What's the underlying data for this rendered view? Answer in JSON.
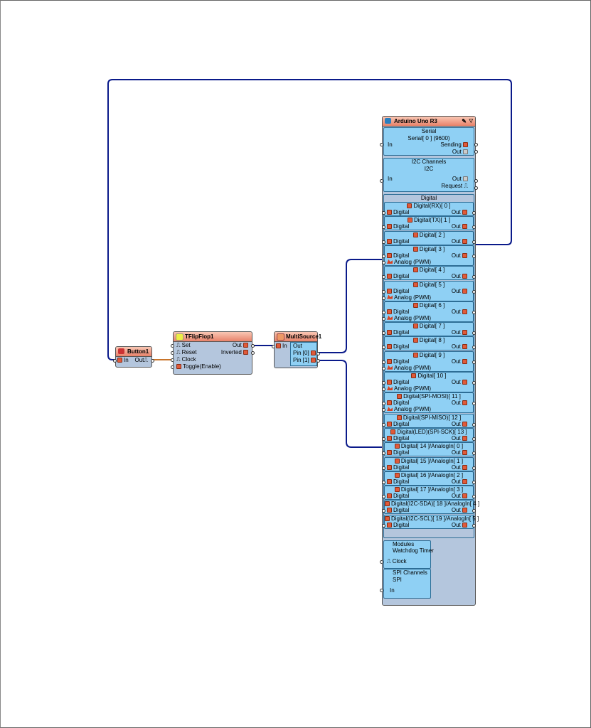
{
  "button": {
    "title": "Button1",
    "in": "In",
    "out": "Out"
  },
  "tflipflop": {
    "title": "TFlipFlop1",
    "set": "Set",
    "reset": "Reset",
    "clock": "Clock",
    "toggle": "Toggle(Enable)",
    "out": "Out",
    "inverted": "Inverted"
  },
  "multisource": {
    "title": "MultiSource1",
    "in": "In",
    "out": "Out",
    "pin0": "Pin [0]",
    "pin1": "Pin [1]"
  },
  "arduino": {
    "title": "Arduino Uno R3",
    "serial": {
      "group": "Serial",
      "channel": "Serial[ 0 ] (9600)",
      "in": "In",
      "sending": "Sending",
      "out": "Out"
    },
    "i2c": {
      "group": "I2C Channels",
      "channel": "I2C",
      "in": "In",
      "out": "Out",
      "request": "Request"
    },
    "digital_group": "Digital",
    "digital_label": "Digital",
    "analog_label": "Analog (PWM)",
    "out_label": "Out",
    "pins": [
      "Digital(RX)[ 0 ]",
      "Digital(TX)[ 1 ]",
      "Digital[ 2 ]",
      "Digital[ 3 ]",
      "Digital[ 4 ]",
      "Digital[ 5 ]",
      "Digital[ 6 ]",
      "Digital[ 7 ]",
      "Digital[ 8 ]",
      "Digital[ 9 ]",
      "Digital[ 10 ]",
      "Digital(SPI-MOSI)[ 11 ]",
      "Digital(SPI-MISO)[ 12 ]",
      "Digital(LED)(SPI-SCK)[ 13 ]",
      "Digital[ 14 ]/AnalogIn[ 0 ]",
      "Digital[ 15 ]/AnalogIn[ 1 ]",
      "Digital[ 16 ]/AnalogIn[ 2 ]",
      "Digital[ 17 ]/AnalogIn[ 3 ]",
      "Digital(I2C-SDA)[ 18 ]/AnalogIn[ 4 ]",
      "Digital(I2C-SCL)[ 19 ]/AnalogIn[ 5 ]"
    ],
    "modules": {
      "group": "Modules",
      "watchdog": "Watchdog Timer",
      "clock": "Clock"
    },
    "spi": {
      "group": "SPI Channels",
      "channel": "SPI",
      "in": "In"
    }
  },
  "colors": {
    "wire_blue": "#0a1a8a",
    "wire_orange": "#c8742a",
    "header": "#e8826a",
    "body": "#b4c6dd",
    "section": "#8fd0f4"
  }
}
